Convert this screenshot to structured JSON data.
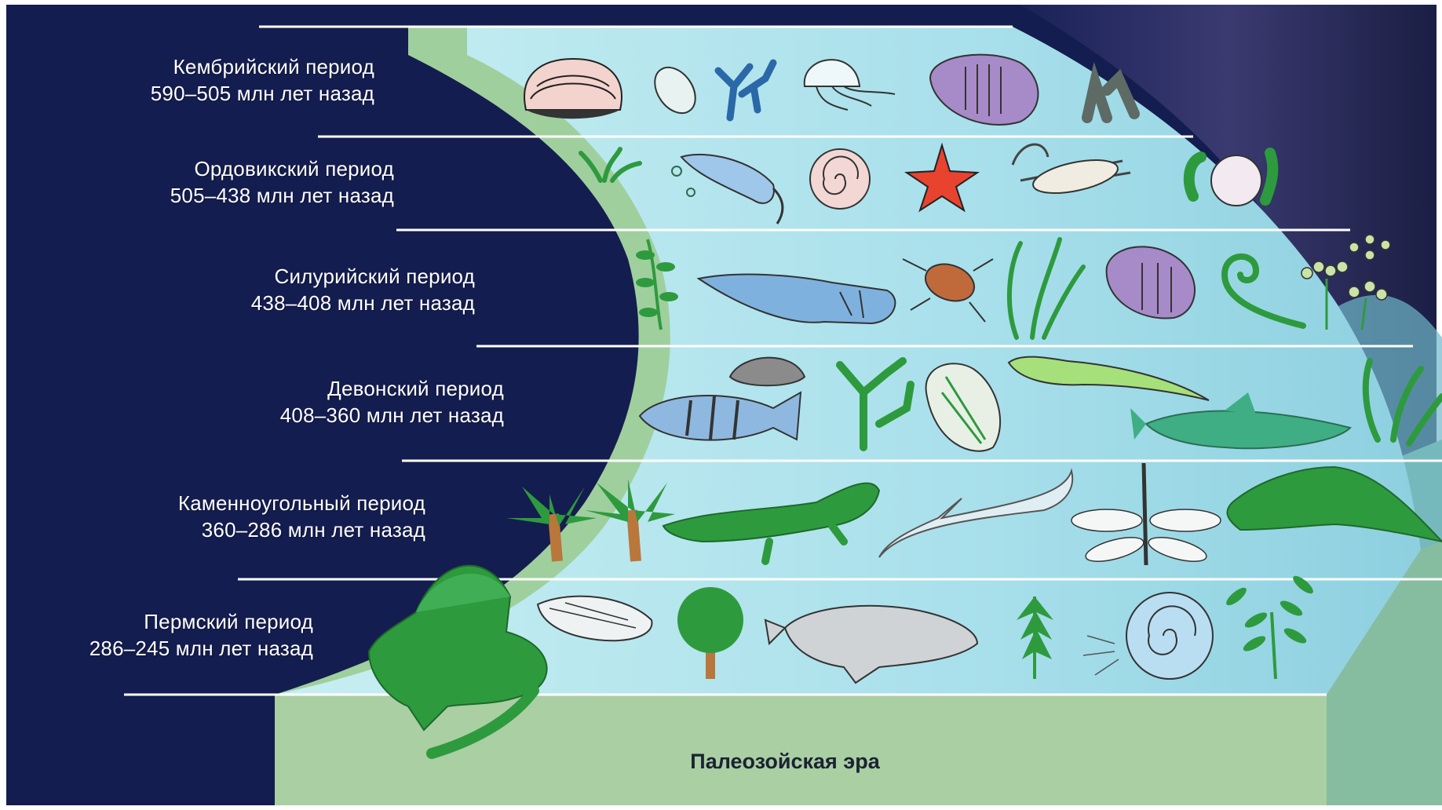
{
  "era": {
    "label": "Палеозойская эра"
  },
  "periods": [
    {
      "name": "Кембрийский период",
      "dates": "590–505 млн лет назад"
    },
    {
      "name": "Ордовикский период",
      "dates": "505–438 млн лет назад"
    },
    {
      "name": "Силурийский период",
      "dates": "438–408 млн лет назад"
    },
    {
      "name": "Девонский период",
      "dates": "408–360 млн лет назад"
    },
    {
      "name": "Каменноугольный период",
      "dates": "360–286 млн лет назад"
    },
    {
      "name": "Пермский период",
      "dates": "286–245 млн лет назад"
    }
  ],
  "colors": {
    "background": "#141d4f",
    "water": "#a9e1ec",
    "land": "#9fc89a",
    "plants_animals": "#2e9a3e",
    "divider": "#ffffff"
  }
}
